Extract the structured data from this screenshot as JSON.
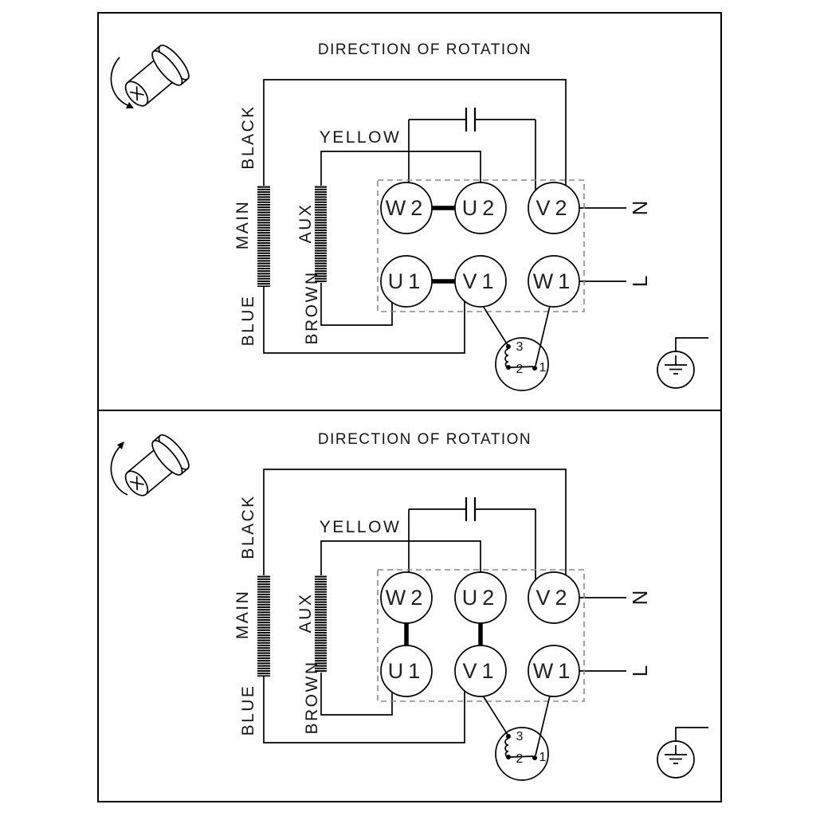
{
  "colors": {
    "line": "#000000",
    "dashed_box": "#8a8a8a",
    "background": "#ffffff"
  },
  "panels": [
    {
      "title": "DIRECTION OF ROTATION",
      "rotation_direction": "counter-clockwise",
      "wires": {
        "black": "BLACK",
        "main": "MAIN",
        "blue": "BLUE",
        "aux": "AUX",
        "brown": "BROWN",
        "yellow": "YELLOW"
      },
      "terminals": {
        "w2": "W2",
        "u2": "U2",
        "v2": "V2",
        "u1": "U1",
        "v1": "V1",
        "w1": "W1"
      },
      "power": {
        "neutral": "N",
        "line": "L"
      },
      "thermal_switch": {
        "t3": "3",
        "t2": "2",
        "t1": "1"
      },
      "links": [
        [
          "W2",
          "U2"
        ],
        [
          "U1",
          "V1"
        ]
      ]
    },
    {
      "title": "DIRECTION OF ROTATION",
      "rotation_direction": "clockwise",
      "wires": {
        "black": "BLACK",
        "main": "MAIN",
        "blue": "BLUE",
        "aux": "AUX",
        "brown": "BROWN",
        "yellow": "YELLOW"
      },
      "terminals": {
        "w2": "W2",
        "u2": "U2",
        "v2": "V2",
        "u1": "U1",
        "v1": "V1",
        "w1": "W1"
      },
      "power": {
        "neutral": "N",
        "line": "L"
      },
      "thermal_switch": {
        "t3": "3",
        "t2": "2",
        "t1": "1"
      },
      "links": [
        [
          "W2",
          "U1"
        ],
        [
          "U2",
          "V1"
        ]
      ]
    }
  ]
}
